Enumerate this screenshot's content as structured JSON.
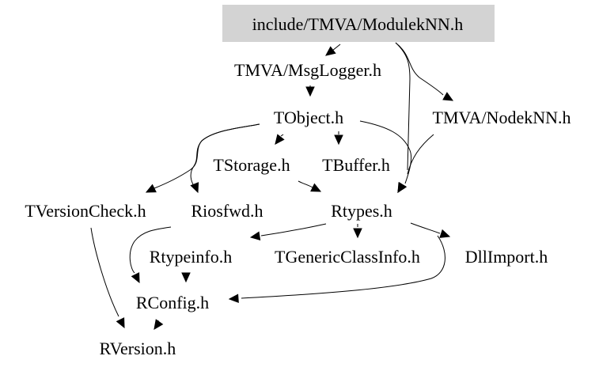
{
  "title": "include/TMVA/ModulekNN.h",
  "colors": {
    "root_fill": "#d3d3d3",
    "edge": "#000000",
    "text": "#000000",
    "background": "#ffffff"
  },
  "nodes": [
    {
      "id": "ModulekNN",
      "label": "include/TMVA/ModulekNN.h",
      "root": true
    },
    {
      "id": "MsgLogger",
      "label": "TMVA/MsgLogger.h"
    },
    {
      "id": "NodekNN",
      "label": "TMVA/NodekNN.h"
    },
    {
      "id": "TObject",
      "label": "TObject.h"
    },
    {
      "id": "TStorage",
      "label": "TStorage.h"
    },
    {
      "id": "TBuffer",
      "label": "TBuffer.h"
    },
    {
      "id": "TVersionCheck",
      "label": "TVersionCheck.h"
    },
    {
      "id": "Riosfwd",
      "label": "Riosfwd.h"
    },
    {
      "id": "Rtypes",
      "label": "Rtypes.h"
    },
    {
      "id": "Rtypeinfo",
      "label": "Rtypeinfo.h"
    },
    {
      "id": "TGenericClassInfo",
      "label": "TGenericClassInfo.h"
    },
    {
      "id": "DllImport",
      "label": "DllImport.h"
    },
    {
      "id": "RConfig",
      "label": "RConfig.h"
    },
    {
      "id": "RVersion",
      "label": "RVersion.h"
    }
  ],
  "edges": [
    [
      "ModulekNN",
      "MsgLogger"
    ],
    [
      "ModulekNN",
      "NodekNN"
    ],
    [
      "ModulekNN",
      "Rtypes"
    ],
    [
      "MsgLogger",
      "TObject"
    ],
    [
      "NodekNN",
      "Rtypes"
    ],
    [
      "TObject",
      "TStorage"
    ],
    [
      "TObject",
      "TBuffer"
    ],
    [
      "TObject",
      "TVersionCheck"
    ],
    [
      "TObject",
      "Riosfwd"
    ],
    [
      "TObject",
      "Rtypes"
    ],
    [
      "TStorage",
      "Rtypes"
    ],
    [
      "TVersionCheck",
      "RVersion"
    ],
    [
      "Riosfwd",
      "RConfig"
    ],
    [
      "Rtypes",
      "Rtypeinfo"
    ],
    [
      "Rtypes",
      "TGenericClassInfo"
    ],
    [
      "Rtypes",
      "DllImport"
    ],
    [
      "Rtypes",
      "RConfig"
    ],
    [
      "Rtypeinfo",
      "RConfig"
    ],
    [
      "RConfig",
      "RVersion"
    ]
  ]
}
